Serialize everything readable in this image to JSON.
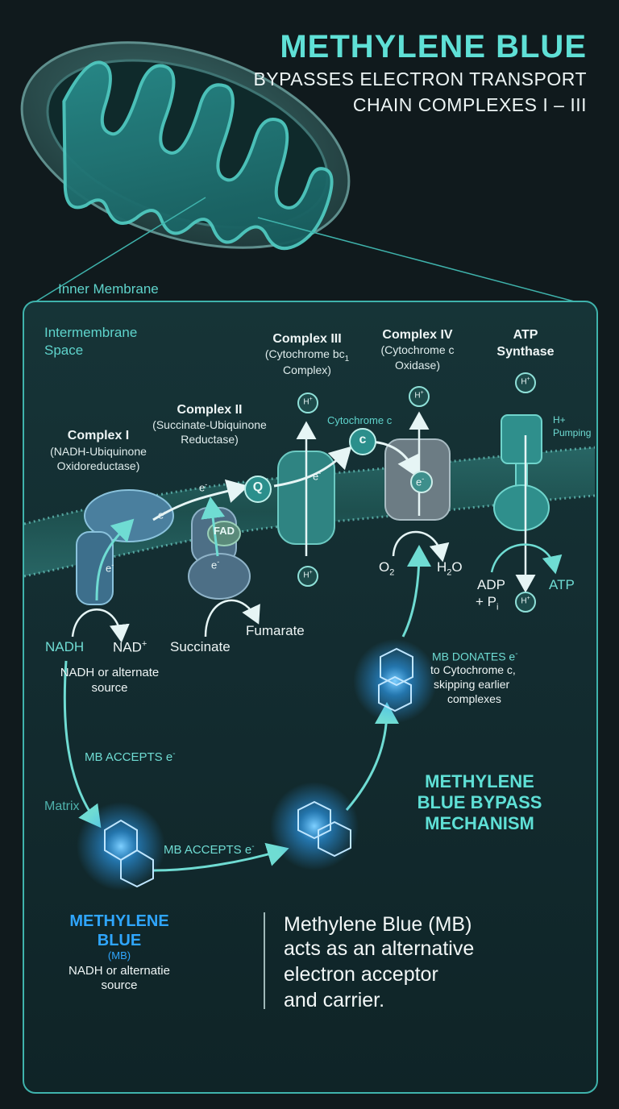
{
  "title": {
    "main": "METHYLENE BLUE",
    "line2": "BYPASSES ELECTRON TRANSPORT",
    "line3": "CHAIN COMPLEXES I – III"
  },
  "regions": {
    "inner_membrane": "Inner Membrane",
    "intermembrane": "Intermembrane",
    "space": "Space",
    "matrix": "Matrix"
  },
  "complexes": {
    "c1": {
      "name": "Complex I",
      "sub1": "(NADH-Ubiquinone",
      "sub2": "Oxidoreductase)"
    },
    "c2": {
      "name": "Complex II",
      "sub1": "(Succinate-Ubiquinone",
      "sub2": "Reductase)"
    },
    "c3": {
      "name": "Complex III",
      "sub1": "(Cytochrome bc",
      "sub1_sub": "1",
      "sub2": "Complex)"
    },
    "c4": {
      "name": "Complex IV",
      "sub1": "(Cytochrome c",
      "sub2": "Oxidase)"
    },
    "atp": {
      "name1": "ATP",
      "name2": "Synthase"
    }
  },
  "labels": {
    "cytochrome_c": "Cytochrome c",
    "c_badge": "c",
    "q_badge": "Q",
    "fad": "FAD",
    "e": "e",
    "e_sup": "-",
    "h": "H",
    "h_sup": "+",
    "h_pumping1": "H+",
    "h_pumping2": "Pumping",
    "o2": "O",
    "o2_sub": "2",
    "h2o_h": "H",
    "h2o_2": "2",
    "h2o_o": "O",
    "adp1": "ADP",
    "adp2": "+ P",
    "adp_sub": "i",
    "atp": "ATP",
    "nadh": "NADH",
    "nad": "NAD",
    "nad_sup": "+",
    "succinate": "Succinate",
    "fumarate": "Fumarate",
    "nadh_alt1": "NADH or alternate",
    "nadh_alt2": "source",
    "mb_accepts_1": "MB ACCEPTS e",
    "mb_accepts_2": "MB ACCEPTS e",
    "mb_donates1": "MB DONATES e",
    "mb_donates2": "to Cytochrome c,",
    "mb_donates3": "skipping earlier",
    "mb_donates4": "complexes",
    "bypass1": "METHYLENE",
    "bypass2": "BLUE BYPASS",
    "bypass3": "MECHANISM",
    "mb_name1": "METHYLENE",
    "mb_name2": "BLUE",
    "mb_name3": "(MB)",
    "mb_alt1": "NADH or alternatie",
    "mb_alt2": "source",
    "desc1": "Methylene Blue (MB)",
    "desc2": "acts as an alternative",
    "desc3": "electron acceptor",
    "desc4": "and carrier."
  },
  "colors": {
    "teal": "#5fe0d6",
    "panel_border": "#3fb3ac",
    "mb_glow": "#2fa6ff",
    "background": "#101a1d"
  }
}
